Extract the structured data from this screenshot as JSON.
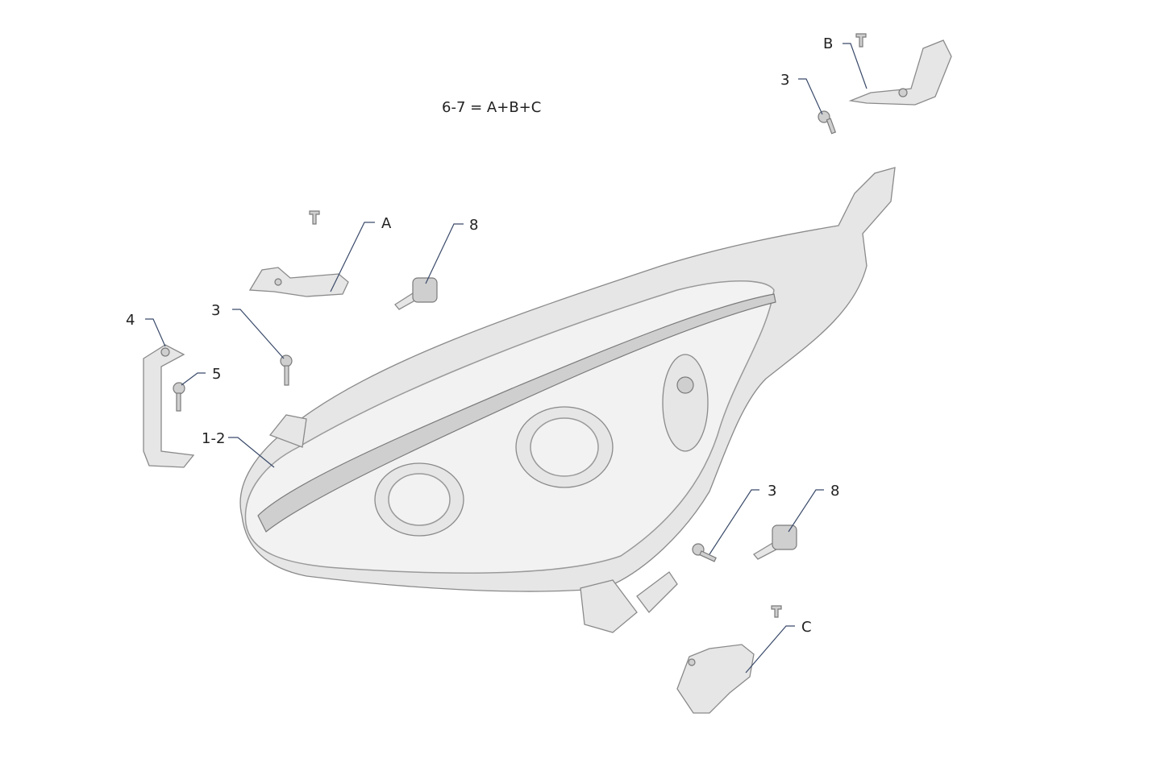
{
  "diagram": {
    "formula": "6-7 = A+B+C",
    "callouts": [
      {
        "id": "B",
        "label": "B"
      },
      {
        "id": "screw-3-top",
        "label": "3"
      },
      {
        "id": "A",
        "label": "A"
      },
      {
        "id": "bulb-8-top",
        "label": "8"
      },
      {
        "id": "bracket-4",
        "label": "4"
      },
      {
        "id": "screw-3-left",
        "label": "3"
      },
      {
        "id": "screw-5",
        "label": "5"
      },
      {
        "id": "headlamp",
        "label": "1-2"
      },
      {
        "id": "screw-3-bottom",
        "label": "3"
      },
      {
        "id": "bulb-8-bottom",
        "label": "8"
      },
      {
        "id": "C",
        "label": "C"
      }
    ]
  }
}
